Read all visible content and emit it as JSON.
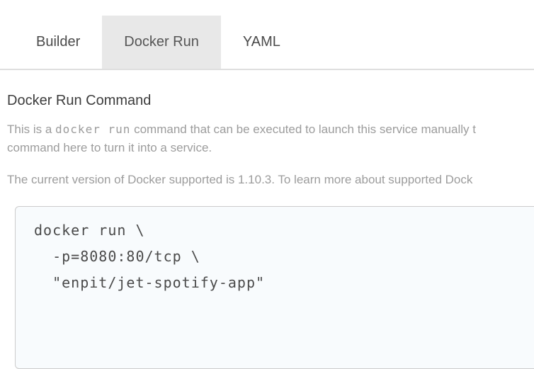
{
  "tabs": {
    "active_tab": "Docker Run",
    "items": [
      {
        "label": "Builder"
      },
      {
        "label": "Docker Run"
      },
      {
        "label": "YAML"
      }
    ]
  },
  "content": {
    "heading": "Docker Run Command",
    "intro_paragraph": {
      "line1_pre": "This is a ",
      "inline_code": "docker run",
      "line1_post": " command that can be executed to launch this service manually t",
      "line2": "command here to turn it into a service."
    },
    "version_paragraph": {
      "text": "The current version of Docker supported is 1.10.3. To learn more about supported Dock"
    },
    "code_block": {
      "command": "docker run \\\n  -p=8080:80/tcp \\\n  \"enpit/jet-spotify-app\""
    }
  },
  "colors": {
    "active_tab_bg": "#e8e8e8",
    "tab_border": "#dedede",
    "tab_text": "#4a4a4a",
    "heading_text": "#3d3d3d",
    "paragraph_text": "#9c9c9c",
    "code_block_bg": "#f8fbfd",
    "code_block_border": "#cccccc",
    "code_text": "#4a4a4a"
  }
}
